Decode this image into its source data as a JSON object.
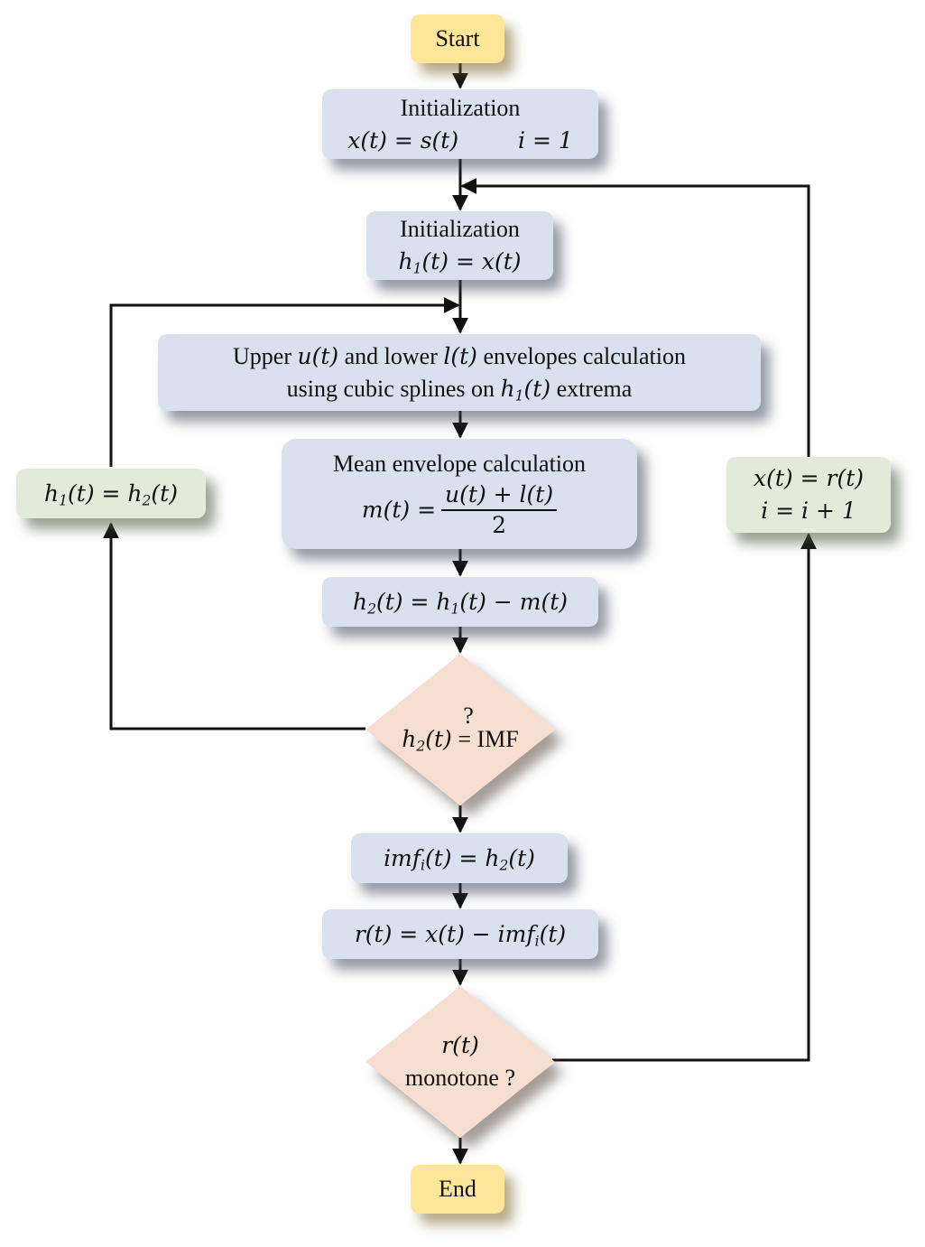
{
  "title": "Empirical Mode Decomposition (EMD) sifting flowchart",
  "colors": {
    "process_fill": "#d9e0ee",
    "update_fill": "#e2ebd9",
    "terminal_fill": "#fde59a",
    "decision_fill": "#f6dfd0",
    "arrow": "#111111"
  },
  "nodes": {
    "start": {
      "label": "Start"
    },
    "init1": {
      "label": "Initialization",
      "eq_left": "x(t) = s(t)",
      "eq_right": "i = 1"
    },
    "init2": {
      "label": "Initialization",
      "eq": "h1(t) = x(t)"
    },
    "envelopes": {
      "line1_a": "Upper ",
      "line1_u": "u(t)",
      "line1_b": " and lower ",
      "line1_l": "l(t)",
      "line1_c": " envelopes calculation",
      "line2_a": "using cubic splines on ",
      "line2_h": "h1(t)",
      "line2_b": " extrema"
    },
    "mean": {
      "label": "Mean envelope calculation",
      "lhs": "m(t) =",
      "numerator": "u(t) + l(t)",
      "denominator": "2"
    },
    "h2": {
      "eq": "h2(t) = h1(t) − m(t)"
    },
    "decision_imf": {
      "question_mark": "?",
      "lhs": "h2(t)",
      "op": "=",
      "rhs": "IMF"
    },
    "imf": {
      "eq": "imf_i(t) = h2(t)"
    },
    "residual": {
      "eq": "r(t) = x(t) − imf_i(t)"
    },
    "decision_monotone": {
      "line1": "r(t)",
      "line2": "monotone ?"
    },
    "end": {
      "label": "End"
    },
    "update_h": {
      "eq": "h1(t) = h2(t)"
    },
    "update_x": {
      "line1": "x(t) = r(t)",
      "line2": "i = i + 1"
    }
  }
}
